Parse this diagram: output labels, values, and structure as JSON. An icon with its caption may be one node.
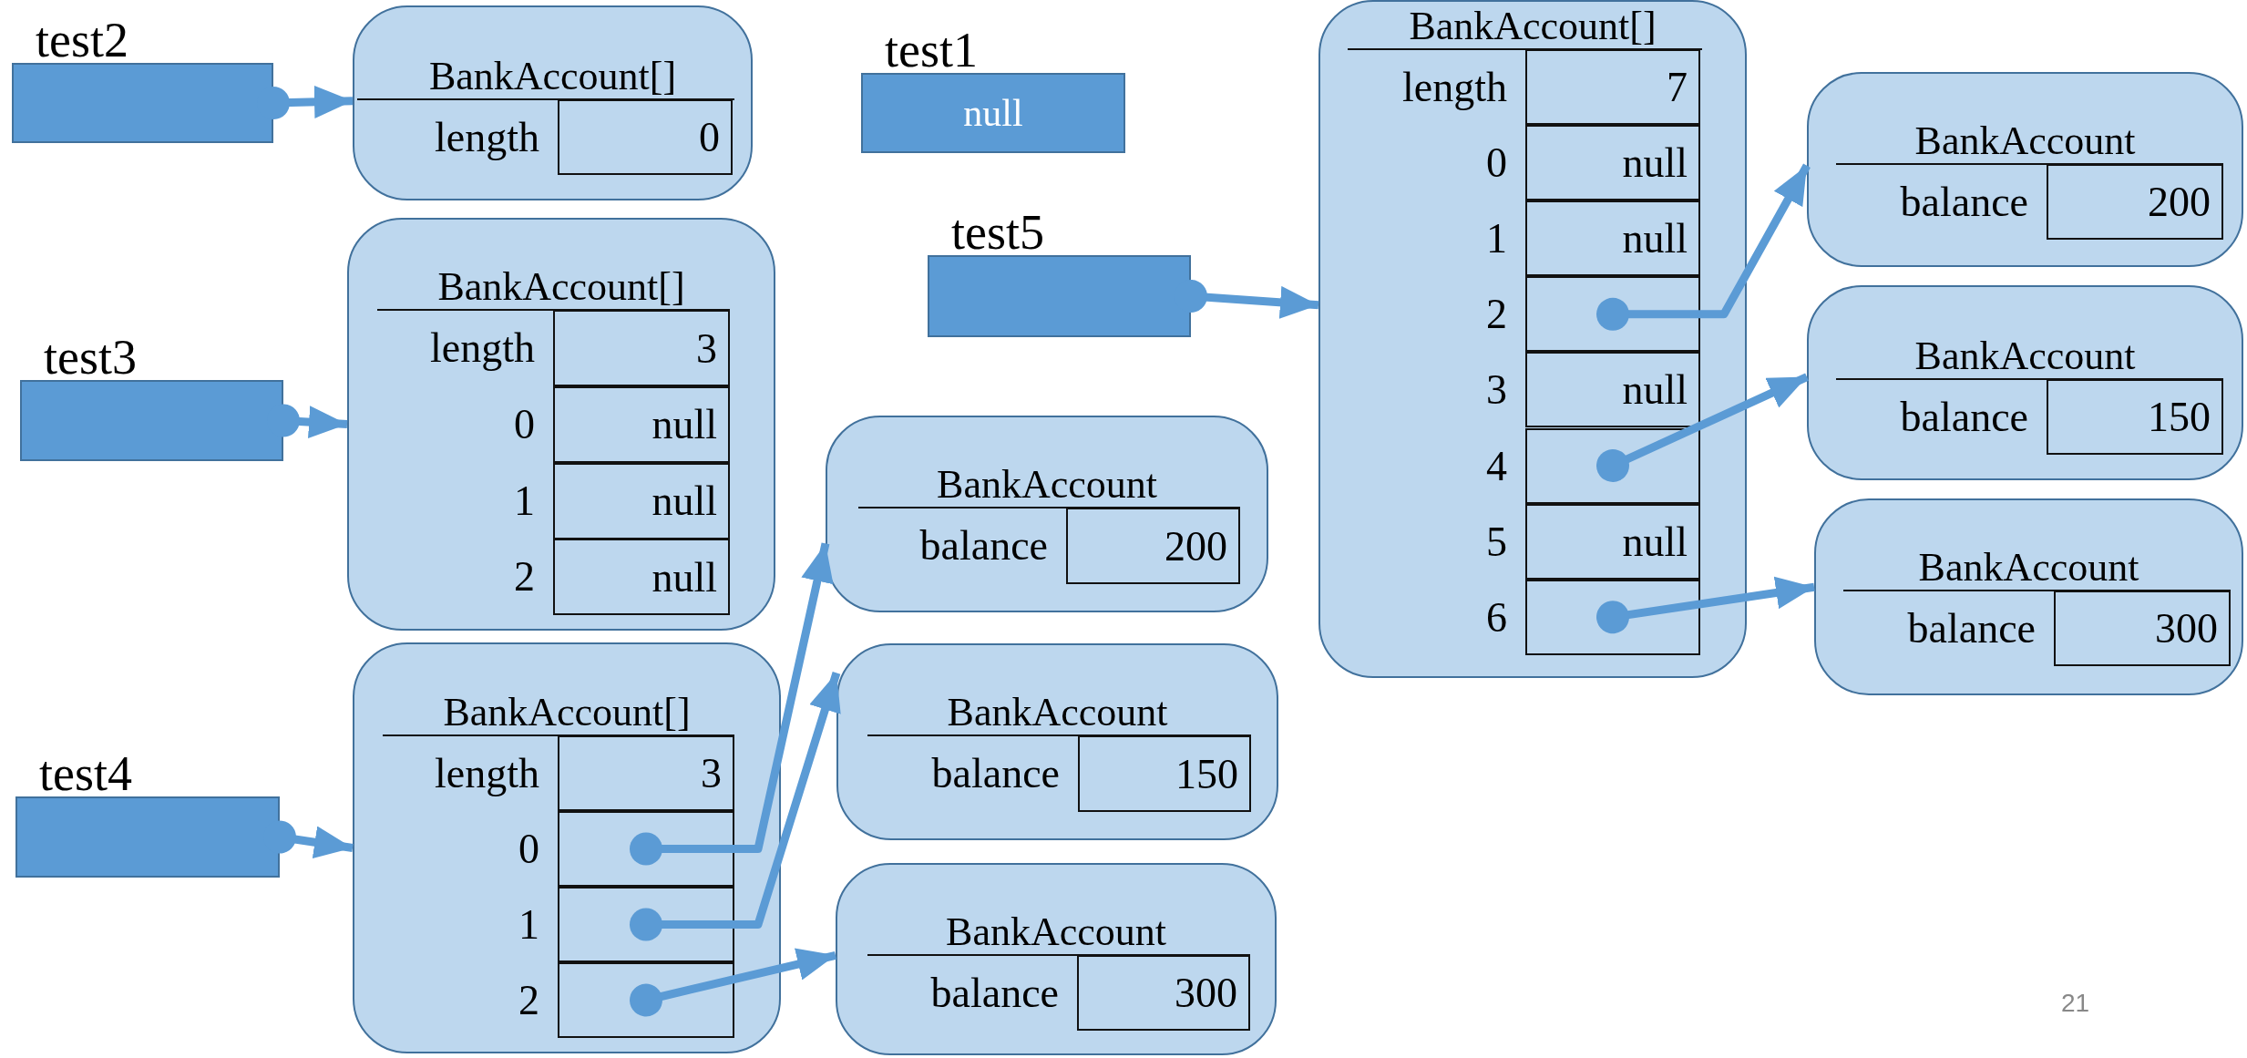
{
  "diagram": {
    "nodes": [
      {
        "text": [
          "test2"
        ]
      },
      {
        "text": [
          "BankAccount[]",
          "length"
        ]
      },
      {
        "text": [
          "0"
        ],
        "in": 1
      },
      {
        "text": [
          "test1",
          "null"
        ]
      },
      {
        "text": [
          "BankAccount[]",
          "length",
          "0",
          "1",
          "2",
          "3",
          "4",
          "5",
          "6"
        ]
      },
      {
        "text": [
          "7"
        ],
        "in": 4
      },
      {
        "text": [
          "null"
        ],
        "in": 4
      },
      {
        "text": [
          "null"
        ],
        "in": 4
      },
      {
        "text": [],
        "shape": "box",
        "in": 4
      },
      {
        "text": [
          "null"
        ],
        "in": 4
      },
      {
        "text": [],
        "shape": "box",
        "in": 4
      },
      {
        "text": [
          "null"
        ],
        "in": 4
      },
      {
        "text": [],
        "shape": "box",
        "in": 4
      },
      {
        "text": [
          "BankAccount",
          "balance"
        ]
      },
      {
        "text": [
          "200"
        ],
        "in": 13
      },
      {
        "text": [
          "BankAccount",
          "balance"
        ]
      },
      {
        "text": [
          "150"
        ],
        "in": 15
      },
      {
        "text": [
          "test5"
        ]
      },
      {
        "text": [
          "test3"
        ]
      },
      {
        "text": [
          "BankAccount[]",
          "length",
          "0",
          "1",
          "2"
        ]
      },
      {
        "text": [
          "3"
        ],
        "in": 19
      },
      {
        "text": [
          "null"
        ],
        "in": 19
      },
      {
        "text": [
          "null"
        ],
        "in": 19
      },
      {
        "text": [
          "null"
        ],
        "in": 19
      },
      {
        "text": [
          "BankAccount",
          "balance"
        ]
      },
      {
        "text": [
          "200"
        ],
        "in": 24
      },
      {
        "text": [
          "BankAccount",
          "balance"
        ]
      },
      {
        "text": [
          "150"
        ],
        "in": 26
      },
      {
        "text": [
          "test4"
        ]
      },
      {
        "text": [
          "BankAccount[]",
          "length",
          "0",
          "1",
          "2"
        ]
      },
      {
        "text": [
          "3"
        ],
        "in": 29
      },
      {
        "text": [],
        "shape": "box",
        "in": 29
      },
      {
        "text": [],
        "shape": "box",
        "in": 29
      },
      {
        "text": [],
        "shape": "box",
        "in": 29
      },
      {
        "text": [
          "BankAccount",
          "balance"
        ]
      },
      {
        "text": [
          "300"
        ],
        "in": 34
      },
      {
        "text": [
          "BankAccount",
          "balance"
        ]
      },
      {
        "text": [
          "300"
        ],
        "in": 36
      }
    ],
    "edges": [
      {
        "from": 0,
        "to": 1,
        "arrow": "to"
      },
      {
        "from": 17,
        "to": 4,
        "arrow": "to"
      },
      {
        "from": 18,
        "to": 19,
        "arrow": "to"
      },
      {
        "from": 28,
        "to": 29,
        "arrow": "to"
      },
      {
        "from": 8,
        "to": 13,
        "arrow": "to"
      },
      {
        "from": 10,
        "to": 15,
        "arrow": "to"
      },
      {
        "from": 12,
        "to": 36,
        "arrow": "to"
      },
      {
        "from": 31,
        "to": 24,
        "arrow": "to"
      },
      {
        "from": 32,
        "to": 26,
        "arrow": "to"
      },
      {
        "from": 33,
        "to": 34,
        "arrow": "to"
      }
    ],
    "labels": [
      "21"
    ]
  }
}
